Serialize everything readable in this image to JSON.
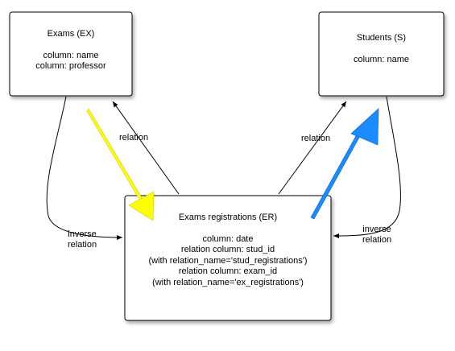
{
  "nodes": {
    "exams": {
      "title": "Exams (EX)",
      "lines": [
        "column: name",
        "column: professor"
      ]
    },
    "students": {
      "title": "Students (S)",
      "lines": [
        "column: name"
      ]
    },
    "registrations": {
      "title": "Exams registrations (ER)",
      "lines": [
        "column: date",
        "relation column: stud_id",
        "(with relation_name='stud_registrations')",
        "relation column: exam_id",
        "(with relation_name='ex_registrations')"
      ]
    }
  },
  "edges": {
    "er_to_ex": "relation",
    "er_to_s": "relation",
    "ex_to_er_inverse": [
      "inverse",
      "relation"
    ],
    "s_to_er_inverse": [
      "inverse",
      "relation"
    ]
  },
  "colors": {
    "box_border": "#000000",
    "line": "#000000",
    "highlight_yellow": "#ffff00",
    "highlight_blue": "#1a8cff"
  }
}
